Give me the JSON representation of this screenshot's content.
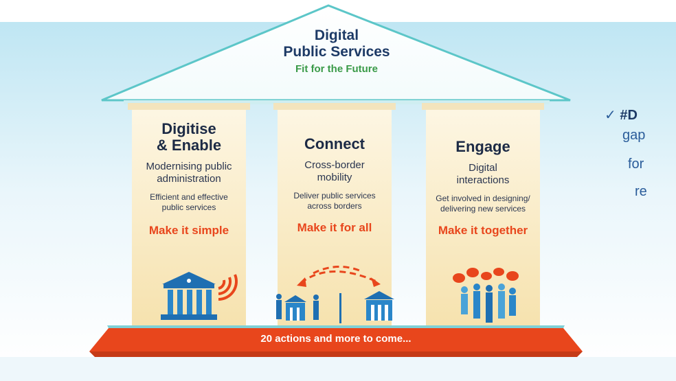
{
  "roof": {
    "title_line1": "Digital",
    "title_line2": "Public Services",
    "subtitle": "Fit for the Future"
  },
  "pillars": [
    {
      "title_line1": "Digitise",
      "title_line2": "& Enable",
      "subtitle_line1": "Modernising public",
      "subtitle_line2": "administration",
      "desc_line1": "Efficient and effective",
      "desc_line2": "public services",
      "motto": "Make it simple",
      "icon": "building-wifi-icon"
    },
    {
      "title_line1": "Connect",
      "subtitle_line1": "Cross-border",
      "subtitle_line2": "mobility",
      "desc_line1": "Deliver public services",
      "desc_line2": "across borders",
      "motto": "Make it for all",
      "icon": "cross-border-icon"
    },
    {
      "title_line1": "Engage",
      "subtitle_line1": "Digital",
      "subtitle_line2": "interactions",
      "desc_line1": "Get involved in designing/",
      "desc_line2": "delivering new services",
      "motto": "Make it together",
      "icon": "people-chat-icon"
    }
  ],
  "base": {
    "label": "20 actions and more to come..."
  },
  "side_text": {
    "check": "✓",
    "line1_bold": "#D",
    "line2": "gap",
    "line3": "for",
    "line4": "re"
  },
  "colors": {
    "roof_stroke": "#5cc6c8",
    "pillar_fill": "#fbf1d6",
    "motto": "#e8461c",
    "base_fill": "#e8461c",
    "icon_blue": "#1f6fb2"
  }
}
